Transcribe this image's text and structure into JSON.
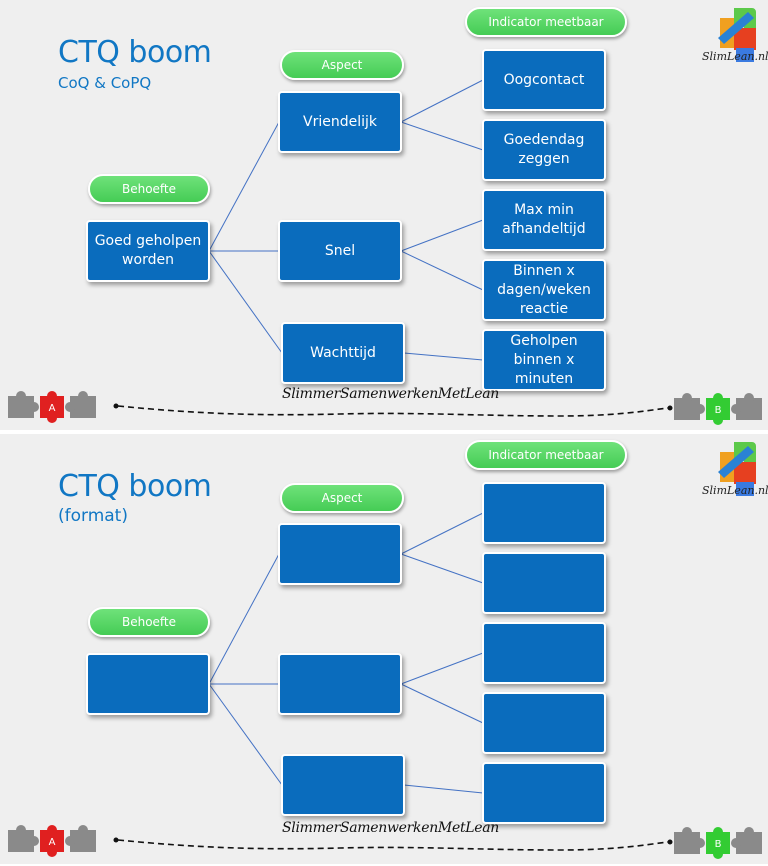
{
  "slides": [
    {
      "title": "CTQ boom",
      "subtitle": "CoQ & CoPQ",
      "labels": {
        "behoefte": "Behoefte",
        "aspect": "Aspect",
        "indicator": "Indicator meetbaar"
      },
      "need": "Goed geholpen worden",
      "aspects": [
        "Vriendelijk",
        "Snel",
        "Wachttijd"
      ],
      "indicators": [
        "Oogcontact",
        "Goedendag zeggen",
        "Max min afhandeltijd",
        "Binnen x dagen/weken reactie",
        "Geholpen binnen x minuten"
      ],
      "footer": "SlimmerSamenwerkenMetLean",
      "logo_text": "SlimLean.nl",
      "puzzle_left_letter": "A",
      "puzzle_right_letter": "B"
    },
    {
      "title": "CTQ boom",
      "subtitle": "(format)",
      "labels": {
        "behoefte": "Behoefte",
        "aspect": "Aspect",
        "indicator": "Indicator meetbaar"
      },
      "need": "",
      "aspects": [
        "",
        "",
        ""
      ],
      "indicators": [
        "",
        "",
        "",
        "",
        ""
      ],
      "footer": "SlimmerSamenwerkenMetLean",
      "logo_text": "SlimLean.nl",
      "puzzle_left_letter": "A",
      "puzzle_right_letter": "B"
    }
  ],
  "colors": {
    "title": "#1177c4",
    "box": "#0a6cbd",
    "pill": "#4fd35e",
    "connector": "#4472c4",
    "puzzle_a": "#e02020",
    "puzzle_b": "#33cc33",
    "puzzle_gray": "#8a8a8a"
  },
  "icons": [
    "slimlean-logo-icon",
    "puzzle-a-icon",
    "puzzle-b-icon",
    "puzzle-gray-icon"
  ]
}
